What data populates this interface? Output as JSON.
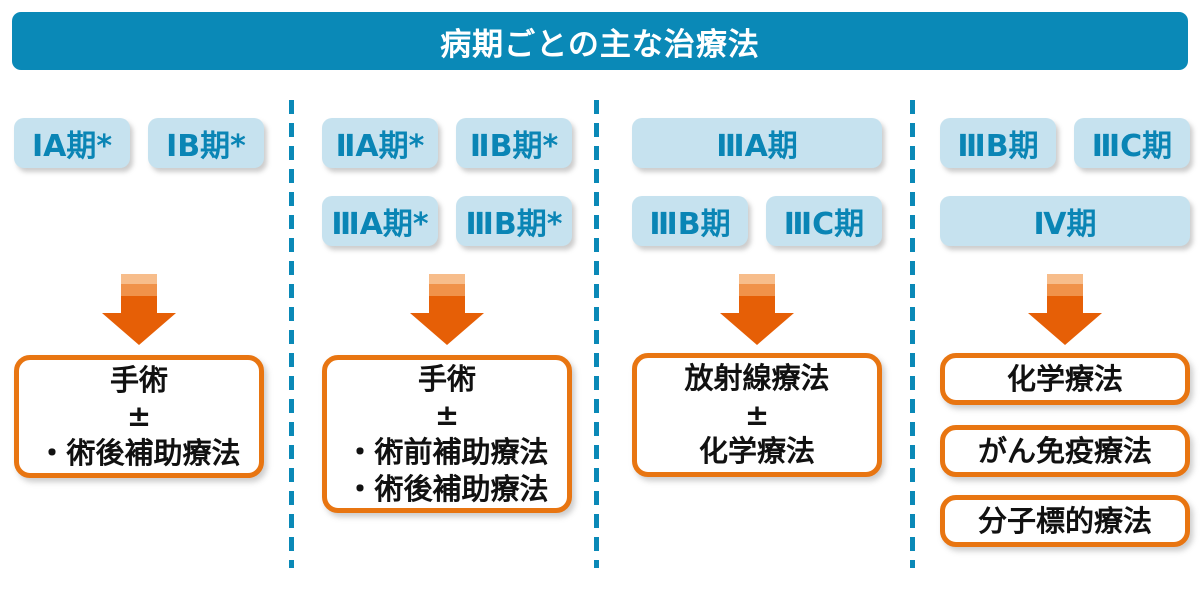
{
  "title": "病期ごとの主な治療法",
  "colors": {
    "primary_blue": "#0a89b7",
    "badge_fill": "#c6e2ef",
    "badge_text": "#0a85b5",
    "arrow_orange": "#e65f06",
    "arrow_band_light": "#f7bd8b",
    "arrow_band_mid": "#f0924a",
    "box_border_orange": "#e87511",
    "box_text": "#111111"
  },
  "columns": [
    {
      "stages": {
        "row1": [
          "ⅠA期*",
          "ⅠB期*"
        ]
      },
      "boxes": [
        {
          "lines": [
            "手術",
            "±",
            "・術後補助療法"
          ]
        }
      ]
    },
    {
      "stages": {
        "row1": [
          "ⅡA期*",
          "ⅡB期*"
        ],
        "row2": [
          "ⅢA期*",
          "ⅢB期*"
        ]
      },
      "boxes": [
        {
          "lines": [
            "手術",
            "±",
            "・術前補助療法",
            "・術後補助療法"
          ]
        }
      ]
    },
    {
      "stages": {
        "row1": [
          "ⅢA期"
        ],
        "row2": [
          "ⅢB期",
          "ⅢC期"
        ]
      },
      "boxes": [
        {
          "lines": [
            "放射線療法",
            "±",
            "化学療法"
          ]
        }
      ]
    },
    {
      "stages": {
        "row1": [
          "ⅢB期",
          "ⅢC期"
        ],
        "row2": [
          "Ⅳ期"
        ]
      },
      "boxes": [
        {
          "lines": [
            "化学療法"
          ]
        },
        {
          "lines": [
            "がん免疫療法"
          ]
        },
        {
          "lines": [
            "分子標的療法"
          ]
        }
      ]
    }
  ]
}
